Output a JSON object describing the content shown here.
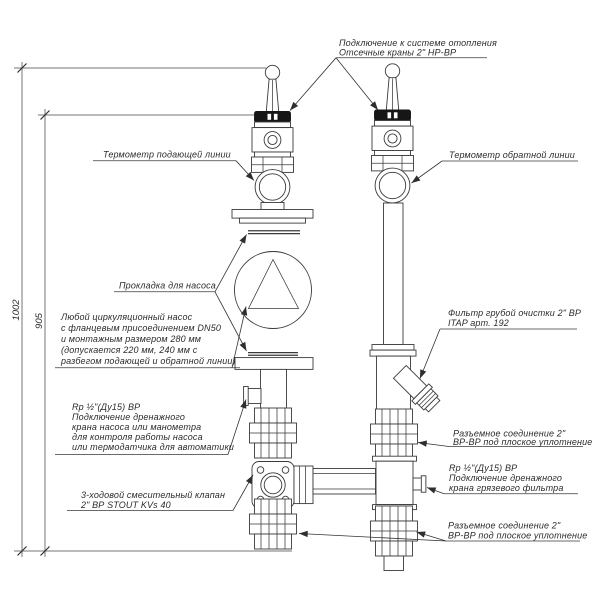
{
  "page": {
    "background": "#ffffff",
    "ink": "#3a3a3a"
  },
  "dimensions": {
    "total_height_mm": "1002",
    "inner_height_mm": "905"
  },
  "labels": {
    "heating": {
      "lines": [
        "Подключение к системе отопления",
        "Отсечные краны 2\" НР-ВР"
      ]
    },
    "thermo_supply": {
      "lines": [
        "Термометр подающей линии"
      ]
    },
    "thermo_return": {
      "lines": [
        "Термометр обратной линии"
      ]
    },
    "gasket": {
      "lines": [
        "Прокладка для насоса"
      ]
    },
    "pump": {
      "lines": [
        "Любой циркуляционный насос",
        "с фланцевым присоединением DN50",
        "и монтажным размером 280 мм",
        "(допускается 220 мм, 240 мм с",
        "разбегом подающей и обратной линии)"
      ]
    },
    "filter": {
      "lines": [
        "Фильтр грубой очистки 2\" ВР",
        "ITAP арт. 192"
      ]
    },
    "drain_pump": {
      "lines": [
        "Rp ½\"(Ду15) ВР",
        "Подключение дренажного",
        "крана насоса или манометра",
        "для контроля работы насоса",
        "или термодатчика для автоматики"
      ]
    },
    "union_top": {
      "lines": [
        "Разъемное соединение 2\"",
        "ВР-ВР под плоское уплотнение"
      ]
    },
    "drain_filter": {
      "lines": [
        "Rp ½\"(Ду15) ВР",
        "Подключение дренажного",
        "крана грязевого фильтра"
      ]
    },
    "union_bottom": {
      "lines": [
        "Разъемное соединение 2\"",
        "ВР-ВР под плоское уплотнение"
      ]
    },
    "mixing_valve": {
      "lines": [
        "3-ходовой смесительный клапан",
        "2\" ВР STOUT KVs 40"
      ]
    }
  }
}
